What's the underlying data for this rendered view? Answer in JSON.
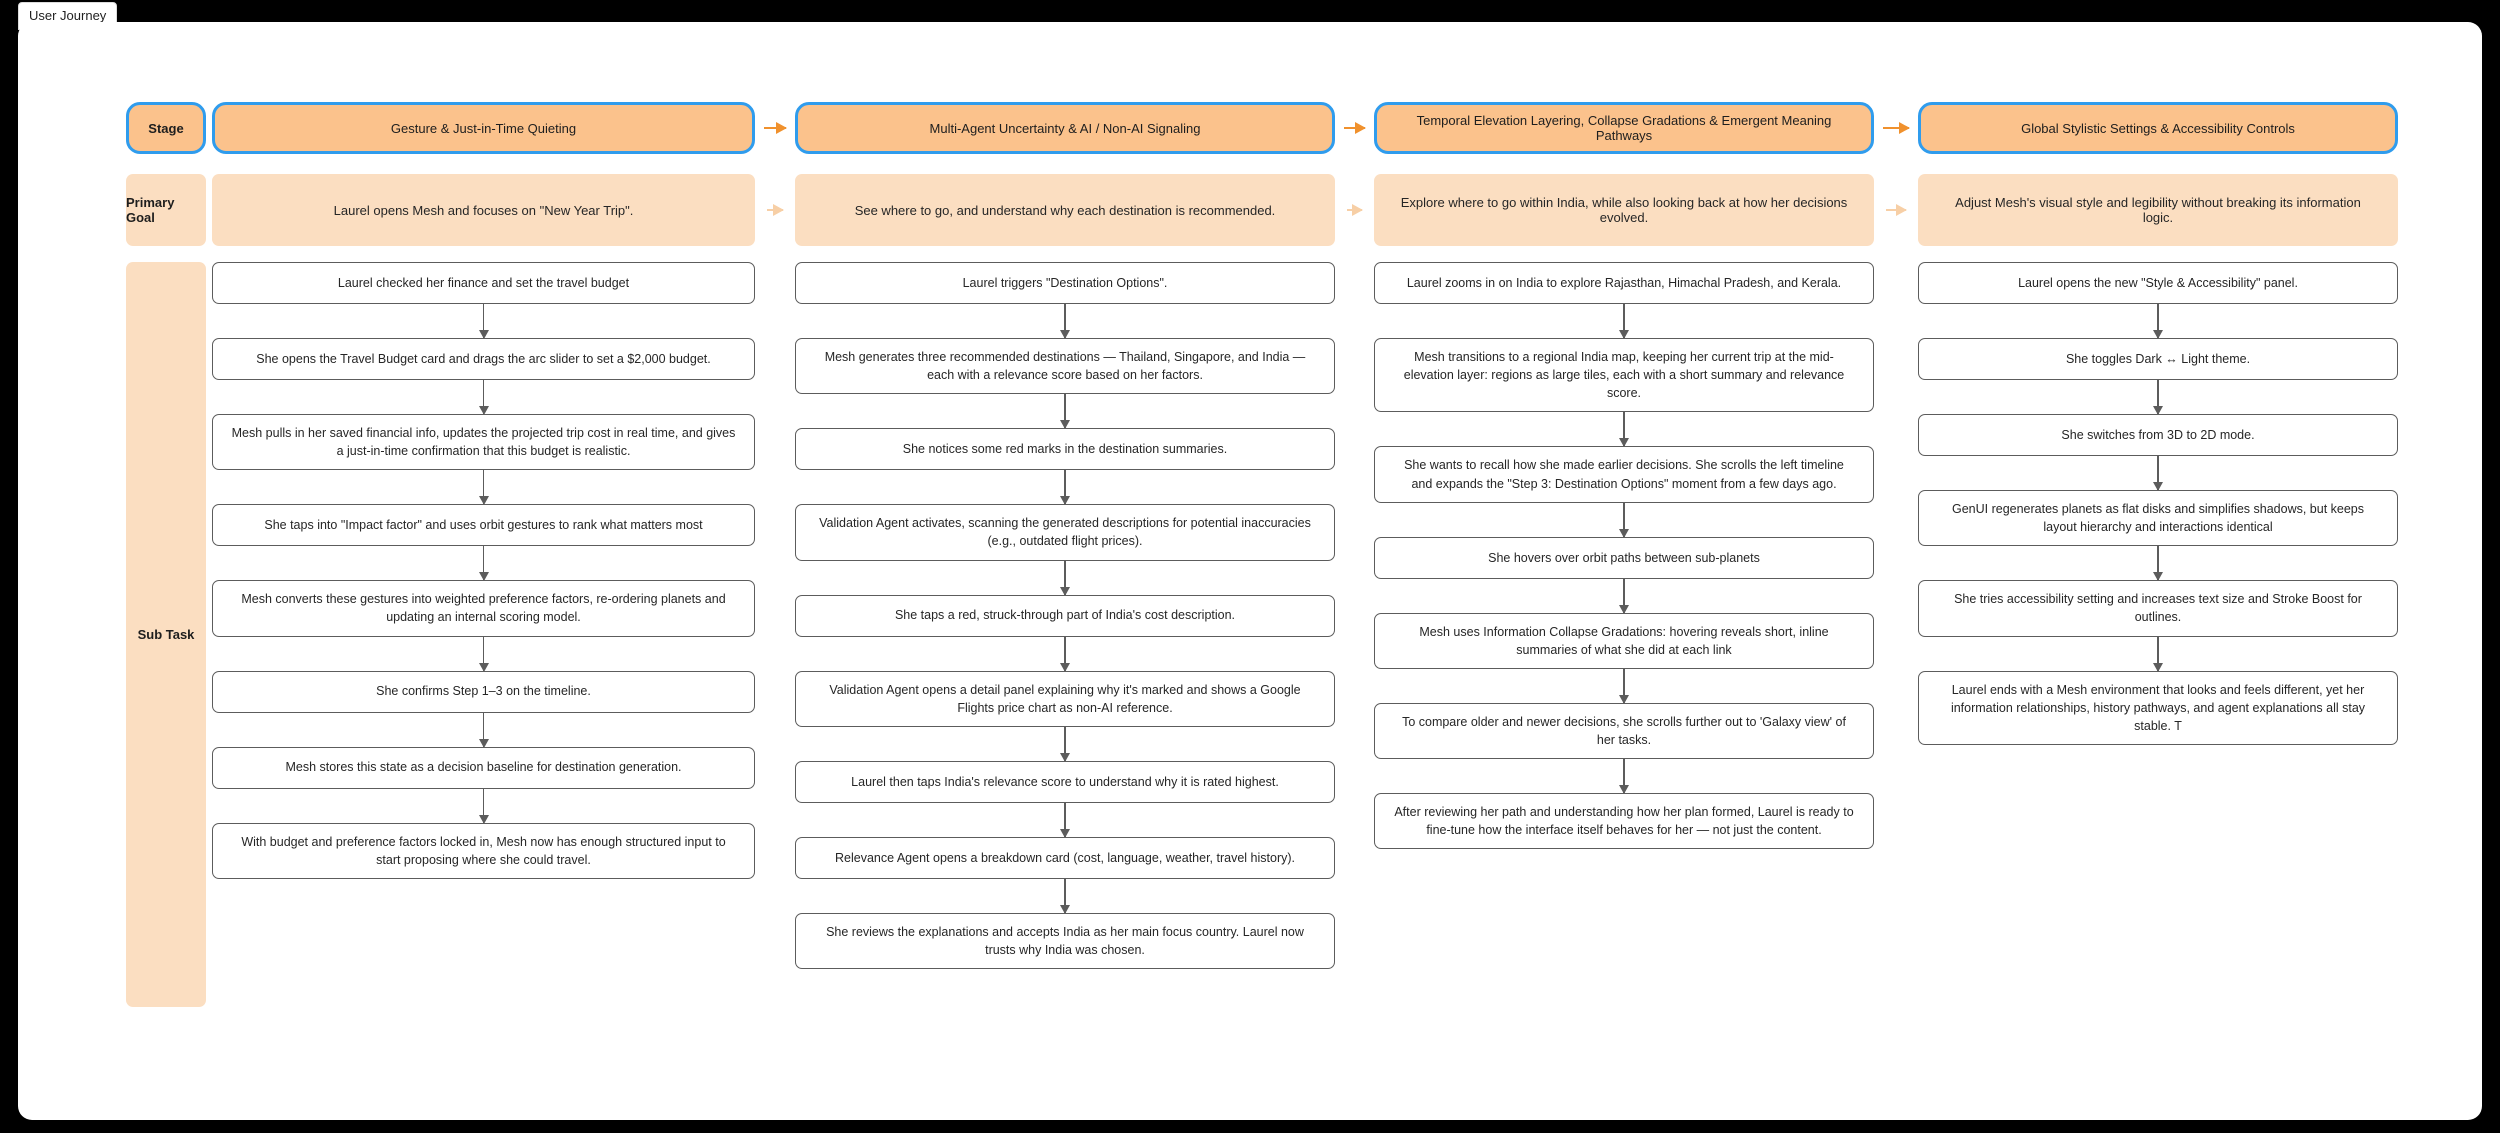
{
  "canvas": {
    "tab_label": "User Journey"
  },
  "colors": {
    "stage_fill": "#fbc28c",
    "stage_border": "#2f9ced",
    "goal_fill": "#fbdec1",
    "arrow_strong": "#f0912d",
    "arrow_soft": "#f7cfa6",
    "node_border": "#5c5c5c",
    "board_bg": "#ffffff",
    "page_bg": "#000000"
  },
  "row_labels": {
    "stage": "Stage",
    "primary_goal": "Primary Goal",
    "sub_task": "Sub Task"
  },
  "columns": [
    {
      "stage": "Gesture & Just-in-Time Quieting",
      "primary_goal": "Laurel opens Mesh and focuses on \"New Year Trip\".",
      "sub_tasks": [
        "Laurel checked her finance and set the travel budget",
        "She opens the Travel Budget card and drags the arc slider to set a $2,000 budget.",
        "Mesh pulls in her saved financial info, updates the projected trip cost in real time, and gives a just-in-time confirmation that this budget is realistic.",
        "She taps into \"Impact factor\" and uses orbit gestures to rank what matters most",
        "Mesh converts these gestures into weighted preference factors, re-ordering planets and updating an internal scoring model.",
        "She confirms Step 1–3 on the timeline.",
        "Mesh stores this state as a decision baseline for destination generation.",
        "With budget and preference factors locked in, Mesh now has enough structured input to start proposing where she could travel."
      ]
    },
    {
      "stage": "Multi-Agent Uncertainty & AI / Non-AI Signaling",
      "primary_goal": "See where to go, and understand why each destination is recommended.",
      "sub_tasks": [
        "Laurel triggers \"Destination Options\".",
        "Mesh generates three recommended destinations — Thailand, Singapore, and India — each with a relevance score based on her factors.",
        "She notices some red marks in the destination summaries.",
        "Validation Agent activates, scanning the generated descriptions for potential inaccuracies (e.g., outdated flight prices).",
        "She taps a red, struck-through part of India's cost description.",
        "Validation Agent opens a detail panel explaining why it's marked and shows a Google Flights price chart as non-AI reference.",
        "Laurel then taps India's relevance score to understand why it is rated highest.",
        "Relevance Agent opens a breakdown card (cost, language, weather, travel history).",
        "She reviews the explanations and accepts India as her main focus country. Laurel now trusts why India was chosen."
      ]
    },
    {
      "stage": "Temporal Elevation Layering, Collapse Gradations & Emergent Meaning Pathways",
      "primary_goal": "Explore where to go within India, while also looking back at how her decisions evolved.",
      "sub_tasks": [
        "Laurel zooms in on India to explore Rajasthan, Himachal Pradesh, and Kerala.",
        "Mesh transitions to a regional India map, keeping her current trip at the mid-elevation layer: regions as large tiles, each with a short summary and relevance score.",
        "She wants to recall how she made earlier decisions. She scrolls the left timeline and expands the \"Step 3: Destination Options\" moment from a few days ago.",
        "She hovers over orbit paths between sub-planets",
        "Mesh uses Information Collapse Gradations: hovering reveals short, inline summaries of what she did at each link",
        "To compare older and newer decisions, she scrolls further out to 'Galaxy view' of her tasks.",
        "After reviewing her path and understanding how her plan formed, Laurel is ready to fine-tune how the interface itself behaves for her — not just the content."
      ]
    },
    {
      "stage": "Global Stylistic Settings & Accessibility Controls",
      "primary_goal": "Adjust Mesh's visual style and legibility without breaking its information logic.",
      "sub_tasks": [
        "Laurel opens the new \"Style & Accessibility\" panel.",
        "She toggles Dark ↔ Light theme.",
        "She switches from 3D to 2D mode.",
        "GenUI regenerates planets as flat disks and simplifies shadows, but keeps layout hierarchy and interactions identical",
        "She tries accessibility setting and increases text size and Stroke Boost for outlines.",
        "Laurel ends with a Mesh environment that looks and feels different, yet her information relationships, history pathways, and agent explanations all stay stable. T"
      ]
    }
  ]
}
